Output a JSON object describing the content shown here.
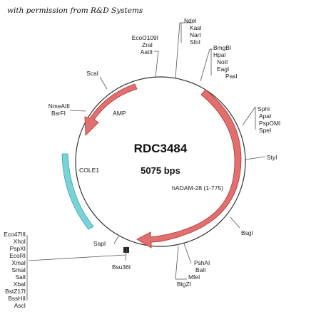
{
  "credit": "with permission from R&D Systems",
  "plasmid": {
    "name": "RDC3484",
    "size": "5075 bps"
  },
  "features": {
    "amp": "AMP",
    "cole1": "COLE1",
    "hadam": "hADAM-28 (1-775)"
  },
  "colors": {
    "arrow_fill": "#e07070",
    "arrow_stroke": "#c23a3a",
    "ori_fill": "#79d2d6",
    "ori_stroke": "#3aa8ae",
    "backbone": "#333333"
  },
  "sites": {
    "top_group": [
      "NdeI",
      "KasI",
      "NarI",
      "SfoI"
    ],
    "eco_group": [
      "EcoO109I",
      "ZraI",
      "AatII"
    ],
    "bmg_group": [
      "BmgBI",
      "HpaI",
      "NotI",
      "EagI",
      "PasI"
    ],
    "sph_group": [
      "SphI",
      "ApaI",
      "PspOMI",
      "SpeI"
    ],
    "styi": "StyI",
    "bsgi": "BsgI",
    "bottom_group": [
      "PshAI",
      "BalI",
      "MfeI",
      "BtgZI"
    ],
    "bsu36i": "Bsu36I",
    "sapi": "SapI",
    "mcs_group": [
      "Eco47III",
      "XhoI",
      "PspXI",
      "EcoRI",
      "XmaI",
      "SmaI",
      "SalI",
      "XbaI",
      "BstZ17I",
      "BssHII",
      "AscI"
    ],
    "nme_group": [
      "NmeAIII",
      "BsrFI"
    ],
    "scai": "ScaI"
  }
}
